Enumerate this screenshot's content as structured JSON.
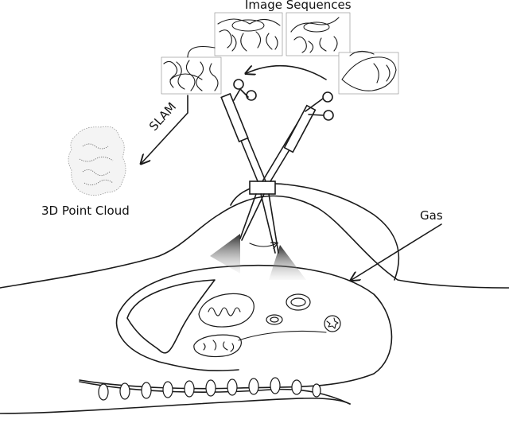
{
  "labels": {
    "image_sequences": "Image Sequences",
    "slam": "SLAM",
    "point_cloud": "3D Point Cloud",
    "gas": "Gas"
  }
}
